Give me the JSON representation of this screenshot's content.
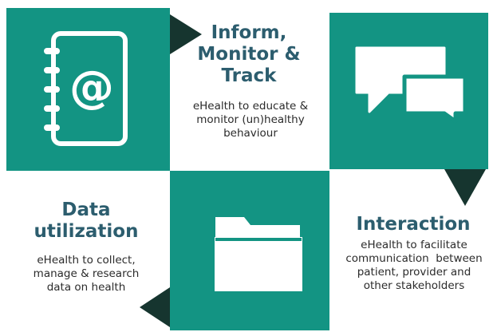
{
  "colors": {
    "tile": "#139483",
    "arrow": "#16352f",
    "title": "#2c5d6e",
    "description": "#2b2b2b",
    "icon": "#ffffff"
  },
  "sections": {
    "inform": {
      "title_lines": [
        "Inform,",
        "Monitor &",
        "Track"
      ],
      "description_lines": [
        "eHealth to educate &",
        "monitor (un)healthy",
        "behaviour"
      ],
      "icon": "address-book-at-icon",
      "icon_text": "@"
    },
    "interaction": {
      "title_lines": [
        "Interaction"
      ],
      "description_lines": [
        "eHealth to facilitate",
        "communication  between",
        "patient, provider and",
        "other stakeholders"
      ],
      "icon": "speech-bubbles-icon"
    },
    "data": {
      "title_lines": [
        "Data",
        "utilization"
      ],
      "description_lines": [
        "eHealth to collect,",
        "manage & research",
        "data on health"
      ],
      "icon": "folder-icon"
    }
  }
}
